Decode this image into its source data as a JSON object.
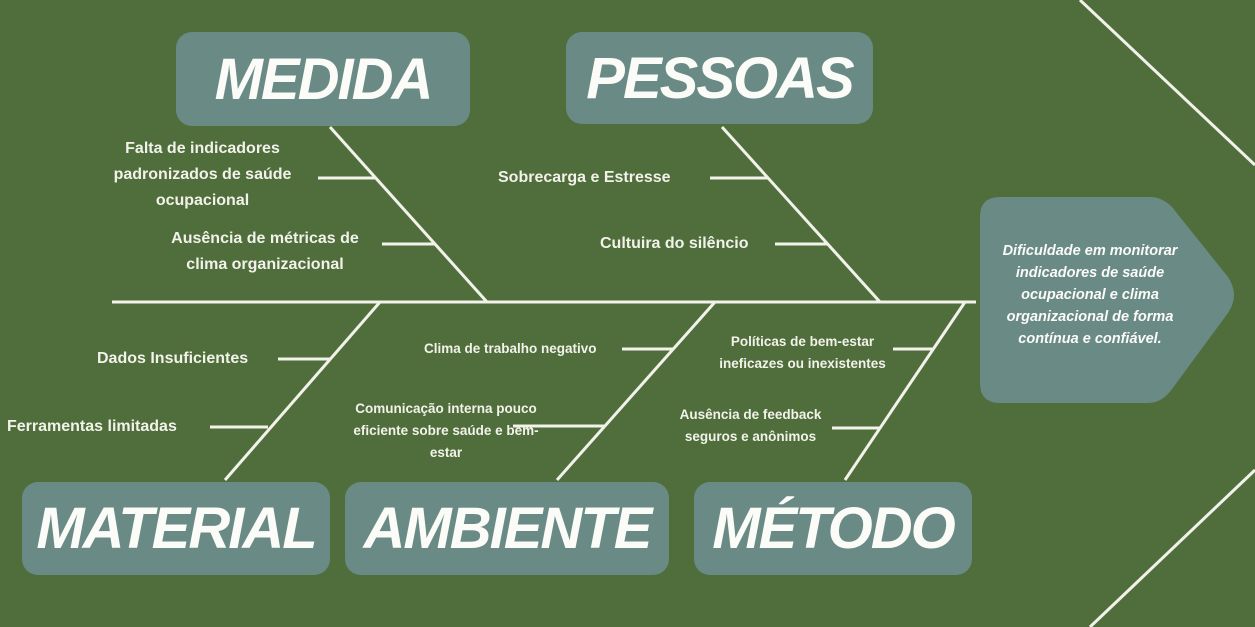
{
  "colors": {
    "background": "#4f6e3b",
    "box": "#6a8a86",
    "line": "#f2f2ea"
  },
  "categories": {
    "medida": "MEDIDA",
    "pessoas": "PESSOAS",
    "material": "MATERIAL",
    "ambiente": "AMBIENTE",
    "metodo": "MÉTODO"
  },
  "causes": {
    "medida": [
      "Falta de indicadores padronizados de saúde ocupacional",
      "Ausência de métricas de clima organizacional"
    ],
    "pessoas": [
      "Sobrecarga e Estresse",
      "Cultuira do silêncio"
    ],
    "material": [
      "Dados Insuficientes",
      "Ferramentas limitadas"
    ],
    "ambiente": [
      "Clima de trabalho negativo",
      "Comunicação interna pouco eficiente sobre saúde e bem-estar"
    ],
    "metodo": [
      "Políticas de bem-estar ineficazes ou inexistentes",
      "Ausência de feedback seguros e anônimos"
    ]
  },
  "effect": "Dificuldade em monitorar indicadores de saúde ocupacional e clima organizacional de forma contínua e confiável."
}
